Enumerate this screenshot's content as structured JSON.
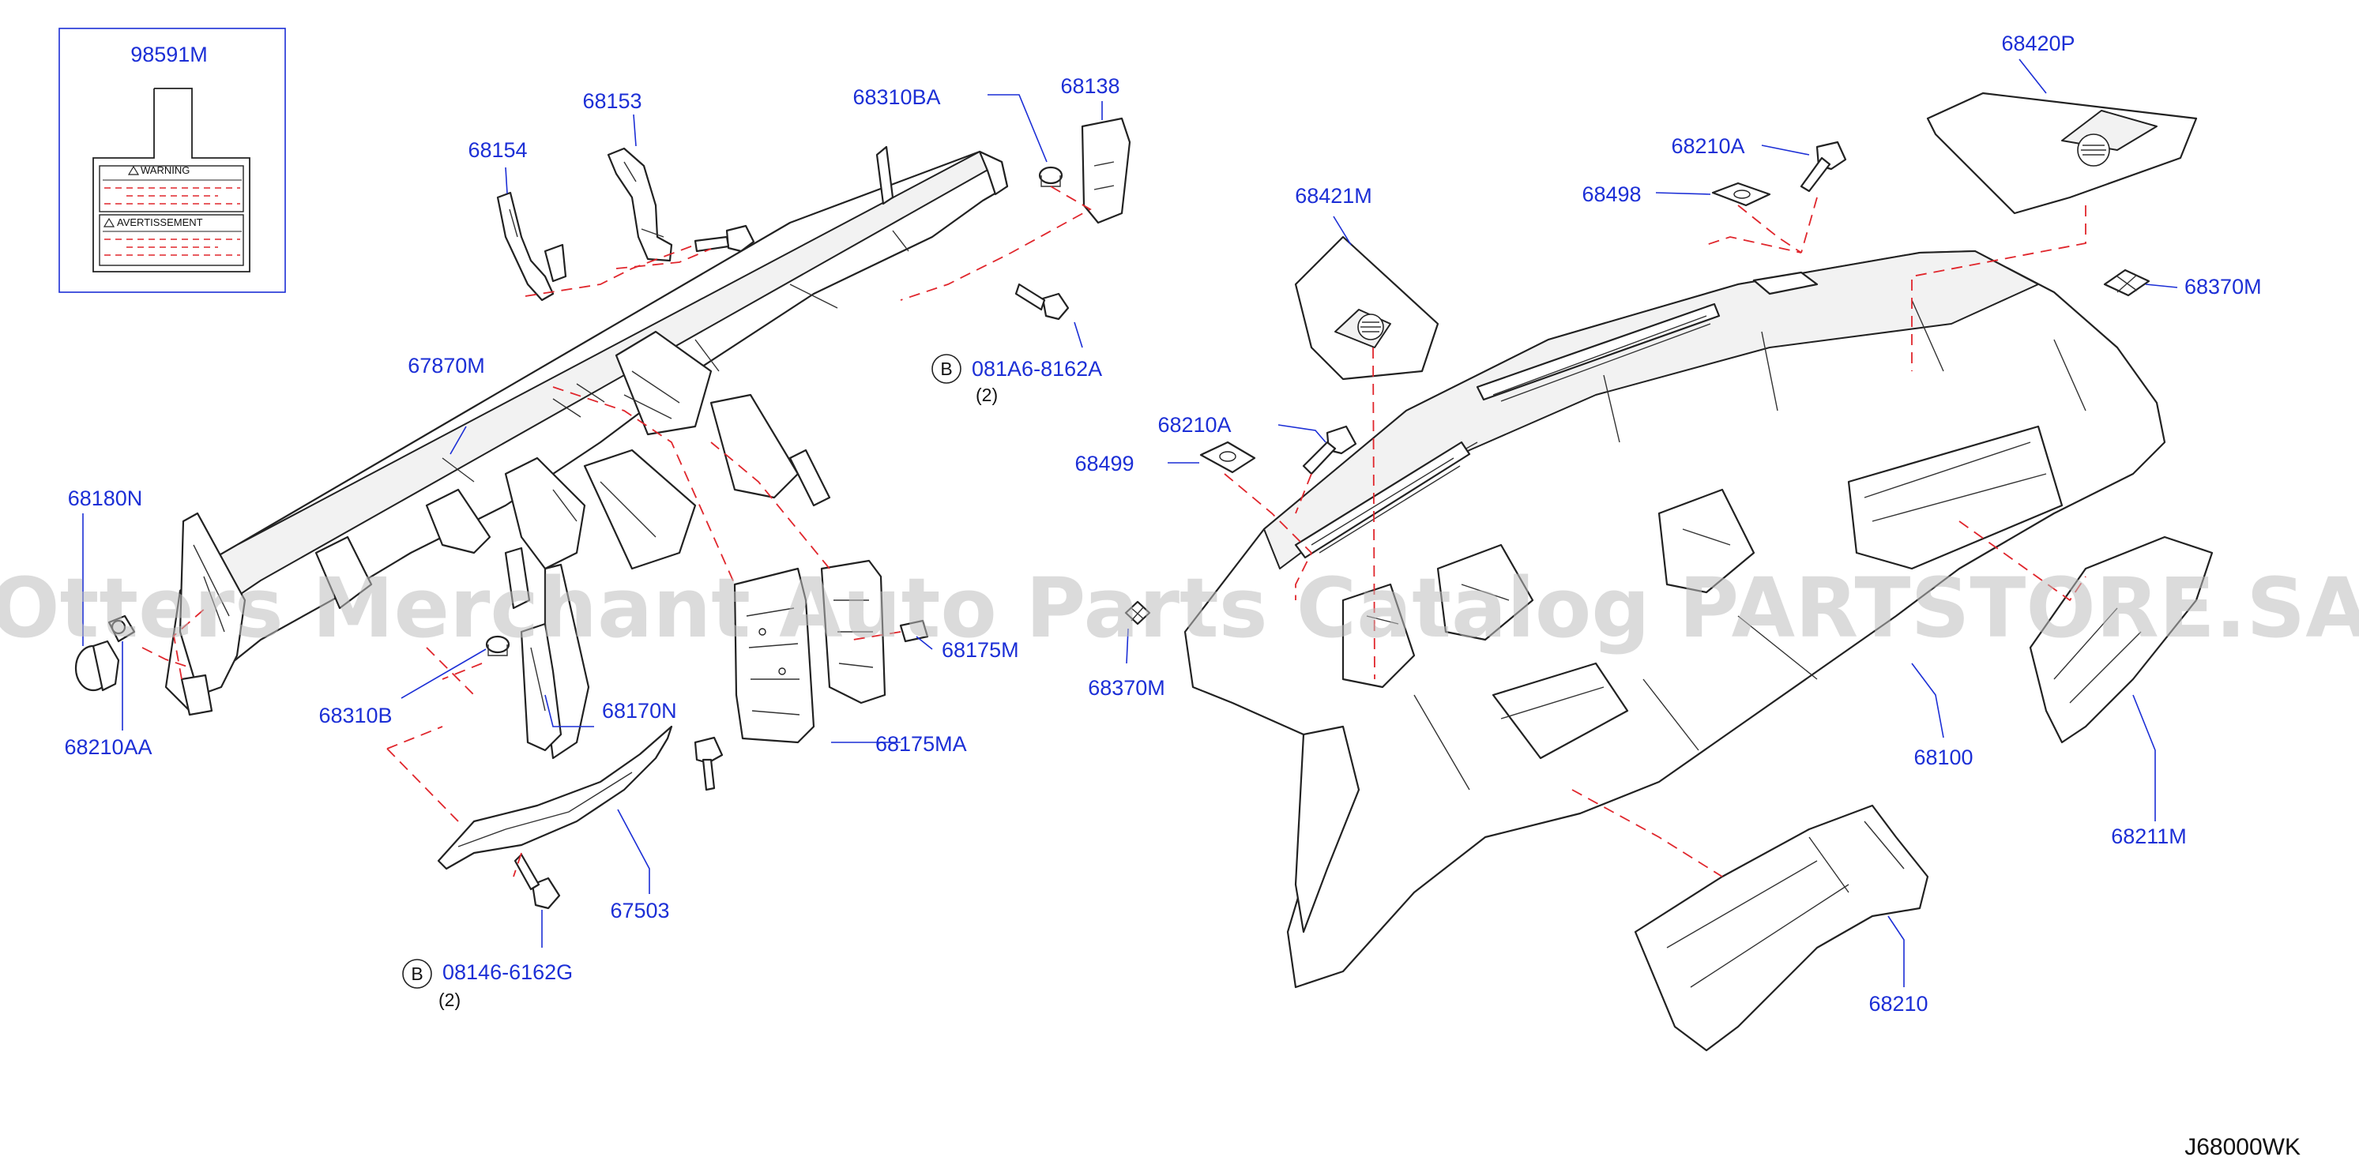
{
  "diagram": {
    "reference_code": "J68000WK",
    "watermark": "Otters Merchant Auto Parts Catalog PARTSTORE.SA",
    "label_box": {
      "part_number": "98591M",
      "warning_title": "WARNING",
      "avertissement_title": "AVERTISSEMENT"
    },
    "parts": {
      "p98591M": "98591M",
      "p68153": "68153",
      "p68154": "68154",
      "p68310BA": "68310BA",
      "p68138": "68138",
      "p081A6": "081A6-8162A",
      "p081A6_qty": "(2)",
      "p67870M": "67870M",
      "p68180N": "68180N",
      "p68210AA": "68210AA",
      "p68310B": "68310B",
      "p68170N": "68170N",
      "p68175M": "68175M",
      "p68175MA": "68175MA",
      "p67503": "67503",
      "p08146": "08146-6162G",
      "p08146_qty": "(2)",
      "p68421M": "68421M",
      "p68210A_top": "68210A",
      "p68498": "68498",
      "p68420P": "68420P",
      "p68370M_right": "68370M",
      "p68210A_mid": "68210A",
      "p68499": "68499",
      "p68370M_mid": "68370M",
      "p68100": "68100",
      "p68211M": "68211M",
      "p68210": "68210"
    },
    "bolt_symbol": "B"
  }
}
